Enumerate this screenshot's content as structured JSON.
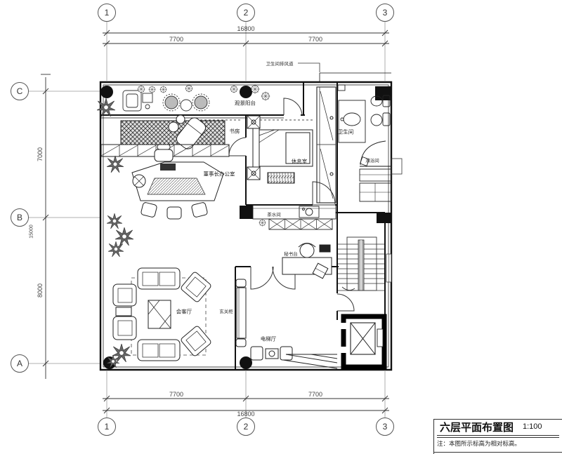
{
  "title_block": {
    "title": "六层平面布置图",
    "scale": "1:100",
    "note": "注：本图所示标高为相对标高。"
  },
  "grid": {
    "columns": [
      "1",
      "2",
      "3"
    ],
    "rows": [
      "C",
      "B",
      "A"
    ]
  },
  "dimensions": {
    "top": {
      "total": "16800",
      "segments": [
        "7700",
        "7700"
      ]
    },
    "bottom": {
      "total": "16800",
      "segments": [
        "7700",
        "7700"
      ]
    },
    "left": {
      "total": "15000",
      "segments": [
        "7000",
        "8000"
      ]
    }
  },
  "rooms": {
    "balcony": "观景阳台",
    "study": "书房",
    "chairman_office": "董事长办公室",
    "bedroom": "休息室",
    "bathroom": "卫生间",
    "shower": "淋浴间",
    "pantry": "茶水间",
    "secretary_desk": "秘书台",
    "reception": "会客厅",
    "console": "玄关柜",
    "elevator_hall": "电梯厅"
  },
  "annotations": {
    "duct": "卫生间排风道"
  }
}
